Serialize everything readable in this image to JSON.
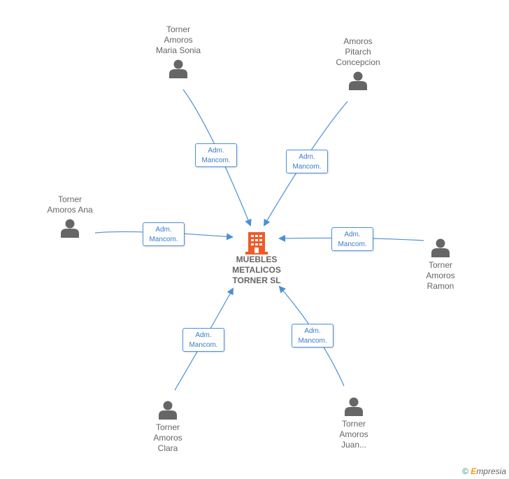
{
  "company": {
    "name": "MUEBLES\nMETALICOS\nTORNER SL",
    "icon": "building-icon",
    "color": "#f05a28"
  },
  "edge_color": "#4a90d9",
  "people": [
    {
      "id": "maria-sonia",
      "name": "Torner\nAmoros\nMaria Sonia",
      "role": "Adm.\nMancom."
    },
    {
      "id": "concepcion",
      "name": "Amoros\nPitarch\nConcepcion",
      "role": "Adm.\nMancom."
    },
    {
      "id": "ana",
      "name": "Torner\nAmoros Ana",
      "role": "Adm.\nMancom."
    },
    {
      "id": "ramon",
      "name": "Torner\nAmoros\nRamon",
      "role": "Adm.\nMancom."
    },
    {
      "id": "clara",
      "name": "Torner\nAmoros\nClara",
      "role": "Adm.\nMancom."
    },
    {
      "id": "juan",
      "name": "Torner\nAmoros\nJuan...",
      "role": "Adm.\nMancom."
    }
  ],
  "footer": {
    "copyright": "©",
    "brand_initial": "E",
    "brand_rest": "mpresia"
  }
}
